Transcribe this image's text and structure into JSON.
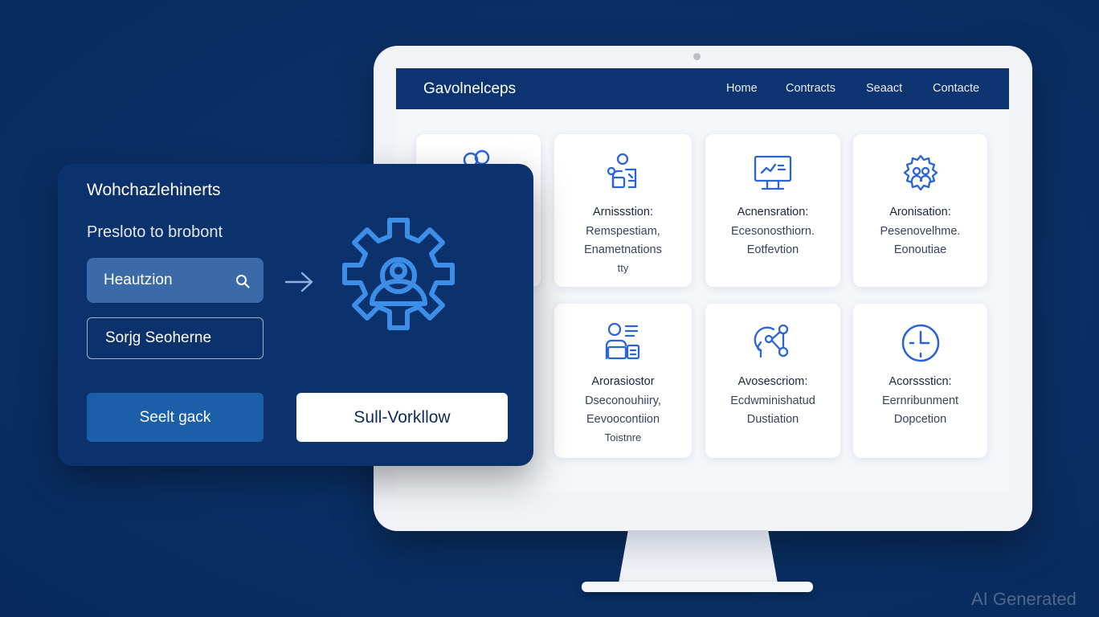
{
  "colors": {
    "background": "#0b3067",
    "header": "#0c3470",
    "overlay": "#0c326d",
    "accent_icon": "#2b63d9",
    "primary_button": "#1a5fa8",
    "gear": "#3d8ee8"
  },
  "site": {
    "logo": "Gavolnelceps",
    "nav": [
      "Home",
      "Contracts",
      "Seaact",
      "Contacte"
    ]
  },
  "cards": [
    {
      "icon": "team-icon",
      "title": "",
      "lines": []
    },
    {
      "icon": "person-board-icon",
      "title": "Arnissstion:",
      "lines": [
        "Remspestiam,",
        "Enametnations",
        "tty"
      ]
    },
    {
      "icon": "monitor-chart-icon",
      "title": "Acnensration:",
      "lines": [
        "Ecesonosthiorn.",
        "Eotfevtion"
      ]
    },
    {
      "icon": "gear-people-icon",
      "title": "Aronisation:",
      "lines": [
        "Pesenovelhme.",
        "Eonoutiae"
      ]
    },
    {
      "icon": "person-list-icon",
      "title": "Arorasiostor",
      "lines": [
        "Dseconouhiiry,",
        "Eevoocontiion",
        "Toistnre"
      ]
    },
    {
      "icon": "head-network-icon",
      "title": "Avosescriom:",
      "lines": [
        "Ecdwminishatud",
        "Dustiation"
      ]
    },
    {
      "icon": "clock-icon",
      "title": "Acorsssticn:",
      "lines": [
        "Eernribunment",
        "Dopcetion"
      ]
    }
  ],
  "overlay": {
    "heading": "Wohchazlehinerts",
    "subheading": "Presloto to brobont",
    "search_value": "Heautzion",
    "sort_label": "Sorjg Seoherne",
    "primary_button": "Seelt ɡack",
    "secondary_button": "Sull-Vorkllow"
  },
  "watermark": "AI Generated"
}
